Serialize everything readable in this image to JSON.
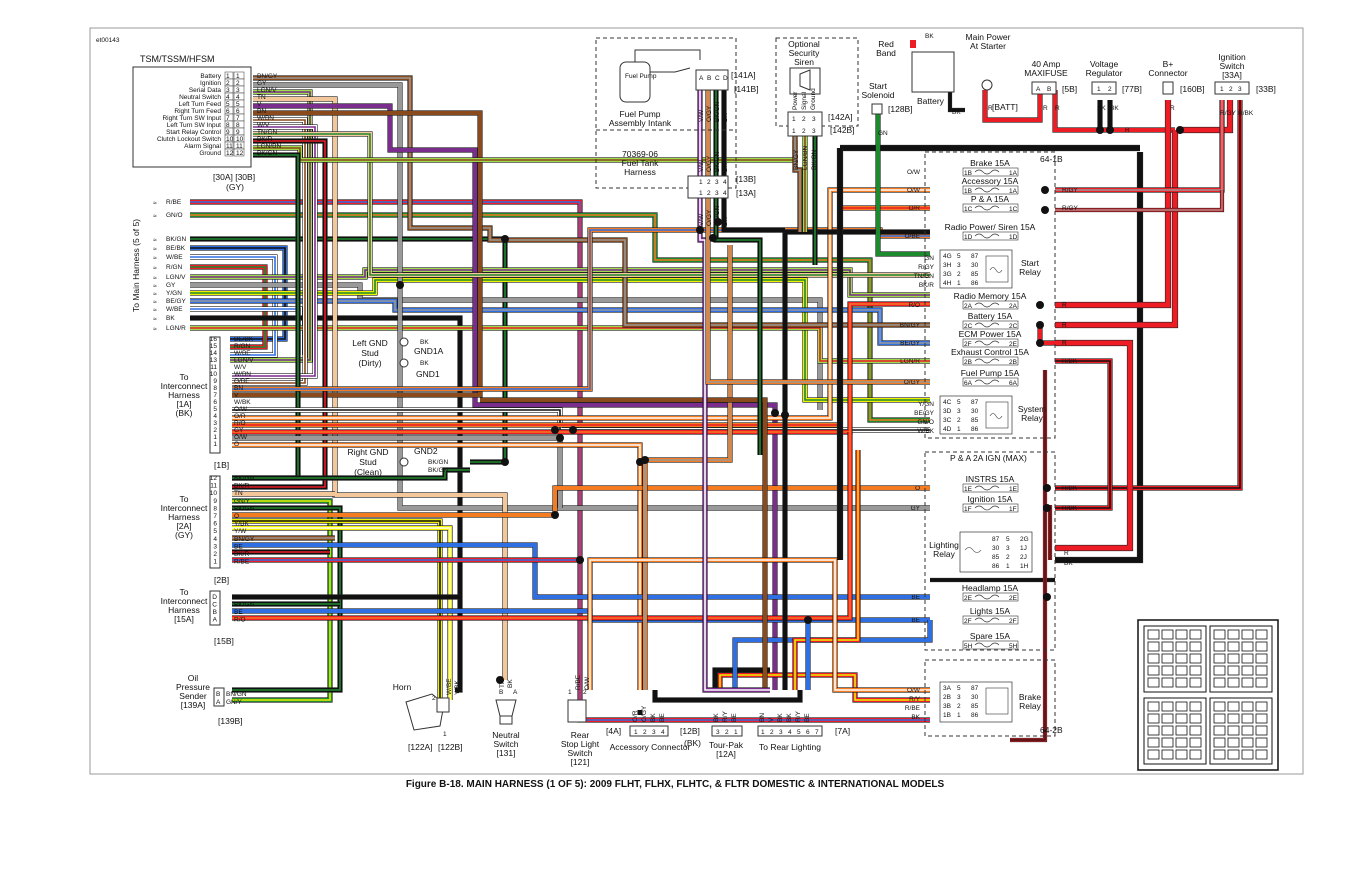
{
  "figure_id": "et00143",
  "caption": "Figure B-18. MAIN HARNESS (1 OF 5): 2009 FLHT, FLHX, FLHTC, & FLTR DOMESTIC & INTERNATIONAL MODELS",
  "colors": {
    "R": "#ee1c24",
    "O": "#f47b20",
    "BK": "#111111",
    "GY": "#999999",
    "GN": "#1e8a2e",
    "BE": "#2f6fe4",
    "V": "#7b2d8e",
    "Y": "#eef000",
    "BN": "#8b4a1c",
    "TN": "#f4c79a",
    "W": "#ffffff",
    "PK": "#f7a6c0",
    "LGN": "#9fdc4c"
  },
  "tsm": {
    "title": "TSM/TSSM/HFSM",
    "pins": [
      {
        "n": "1",
        "label": "Battery",
        "wire": "BN/GY"
      },
      {
        "n": "2",
        "label": "Ignition",
        "wire": "GY"
      },
      {
        "n": "3",
        "label": "Serial Data",
        "wire": "LGN/V"
      },
      {
        "n": "4",
        "label": "Neutral Switch",
        "wire": "TN"
      },
      {
        "n": "5",
        "label": "Left Turn Feed",
        "wire": "V"
      },
      {
        "n": "6",
        "label": "Right Turn Feed",
        "wire": "BN"
      },
      {
        "n": "7",
        "label": "Right Turn SW Input",
        "wire": "W/BN"
      },
      {
        "n": "8",
        "label": "Left Turn SW Input",
        "wire": "W/V"
      },
      {
        "n": "9",
        "label": "Start Relay Control",
        "wire": "TN/GN"
      },
      {
        "n": "10",
        "label": "Clutch Lockout Switch",
        "wire": "BK/R"
      },
      {
        "n": "11",
        "label": "Alarm Signal",
        "wire": "LGN/BN"
      },
      {
        "n": "12",
        "label": "Ground",
        "wire": "BK/GN"
      }
    ],
    "connector": "[30A] [30B]",
    "connector_color": "(GY)"
  },
  "main_harness": {
    "label": "To Main Harness (5 of 5)",
    "wires": [
      "R/BE",
      "GN/O",
      "BK/GN",
      "BE/BK",
      "W/BE",
      "R/GN",
      "LGN/V",
      "GY",
      "Y/GN",
      "BE/GY",
      "W/BE",
      "BK",
      "LGN/R"
    ]
  },
  "interconnect_1a": {
    "label": "To Interconnect Harness [1A] (BK)",
    "connector": "[1B]",
    "pins": [
      {
        "n": "16",
        "wire": "BE/BK"
      },
      {
        "n": "15",
        "wire": "R/GN"
      },
      {
        "n": "14",
        "wire": "W/BE"
      },
      {
        "n": "13",
        "wire": "LGN/V"
      },
      {
        "n": "11",
        "wire": "W/V"
      },
      {
        "n": "10",
        "wire": "W/BN"
      },
      {
        "n": "9",
        "wire": "O/BE"
      },
      {
        "n": "8",
        "wire": "BN"
      },
      {
        "n": "7",
        "wire": "V"
      },
      {
        "n": "6",
        "wire": "W/BK"
      },
      {
        "n": "5",
        "wire": "O/W"
      },
      {
        "n": "4",
        "wire": "O/R"
      },
      {
        "n": "3",
        "wire": "R/O"
      },
      {
        "n": "2",
        "wire": "GY"
      },
      {
        "n": "1",
        "wire": "O/W"
      },
      {
        "n": "1",
        "wire": "O"
      }
    ]
  },
  "interconnect_2a": {
    "label": "To Interconnect Harness [2A] (GY)",
    "connector": "[2B]",
    "pins": [
      {
        "n": "12",
        "wire": "BK/GN"
      },
      {
        "n": "11",
        "wire": "BK/R"
      },
      {
        "n": "10",
        "wire": "TN"
      },
      {
        "n": "9",
        "wire": "GN/Y"
      },
      {
        "n": "8",
        "wire": "BK/GN"
      },
      {
        "n": "7",
        "wire": "O"
      },
      {
        "n": "6",
        "wire": "Y/BK"
      },
      {
        "n": "5",
        "wire": "Y/W"
      },
      {
        "n": "4",
        "wire": "BN/GY"
      },
      {
        "n": "3",
        "wire": "BE"
      },
      {
        "n": "2",
        "wire": "BK/R"
      },
      {
        "n": "1",
        "wire": "R/BE"
      }
    ]
  },
  "interconnect_15a": {
    "label": "To Interconnect Harness [15A]",
    "connector": "[15B]",
    "pins": [
      {
        "n": "D",
        "wire": "BK"
      },
      {
        "n": "C",
        "wire": "BK/GN"
      },
      {
        "n": "B",
        "wire": "BE"
      },
      {
        "n": "A",
        "wire": "R/O"
      }
    ]
  },
  "oil_pressure": {
    "label": "Oil Pressure Sender [139A]",
    "connector": "[139B]",
    "pins": [
      {
        "n": "B",
        "wire": "BN/GN"
      },
      {
        "n": "A",
        "wire": "GN/Y"
      }
    ]
  },
  "grounds": [
    {
      "label": "Left GND Stud (Dirty)",
      "gnd": "GND1A",
      "gnd2": "GND1",
      "wire": "BK"
    },
    {
      "label": "Right GND Stud (Clean)",
      "gnd": "GND2",
      "wire": "BK/GN"
    }
  ],
  "fuel_pump": {
    "title": "Fuel Pump Assembly Intank",
    "pump_label": "Fuel Pump",
    "connector_pins": [
      "A",
      "B",
      "C",
      "D"
    ],
    "connector": "[141A]",
    "connector2": "[141B]",
    "wires": [
      "V/W",
      "O/GY",
      "BK/GN",
      "BK"
    ],
    "harness": "70369-06 Fuel Tank Harness",
    "mid_pins": [
      "1",
      "2",
      "3",
      "4"
    ],
    "mid_connector": "[13B]",
    "mid_connector2": "[13A]"
  },
  "siren": {
    "title": "Optional Security Siren",
    "pins_labels": [
      "Power",
      "Signal",
      "Ground"
    ],
    "connector": "[142A]",
    "connector2": "[142B]",
    "wires": [
      "BN/GY",
      "LGN/BN",
      "BK/GN"
    ]
  },
  "battery": {
    "label": "Battery",
    "red_band": "Red Band",
    "wire": "BK",
    "batt": "[BATT]"
  },
  "top_components": [
    {
      "label": "Start Solenoid",
      "connector": "[128B]",
      "wire": "GN"
    },
    {
      "label": "Main Power At Starter",
      "wire": "R"
    },
    {
      "label": "40 Amp MAXIFUSE",
      "connector": "[5B]",
      "pins": [
        "A",
        "B"
      ],
      "wire": "R"
    },
    {
      "label": "Voltage Regulator",
      "connector": "[77B]",
      "pins": [
        "1",
        "2"
      ],
      "wire": "BK"
    },
    {
      "label": "B+ Connector",
      "connector": "[160B]",
      "wire": "R"
    },
    {
      "label": "Ignition Switch [33A]",
      "connector": "[33B]",
      "pins": [
        "1",
        "2",
        "3"
      ],
      "wires": [
        "R/GY",
        "R/BK"
      ]
    }
  ],
  "fuse_block_1": {
    "id": "64-1B",
    "fuses": [
      {
        "name": "Brake 15A",
        "in": "O/W",
        "pins": [
          "1B",
          "1A"
        ]
      },
      {
        "name": "Accessory 15A",
        "in": "O/W",
        "pins": [
          "1B",
          "1A"
        ],
        "out": "R/GY"
      },
      {
        "name": "P & A 15A",
        "in": "O/R",
        "pins": [
          "1C",
          "1C"
        ],
        "out": "R/GY"
      },
      {
        "name": "Radio Power/ Siren 15A",
        "in": "O/BE",
        "pins": [
          "1D",
          "1D"
        ]
      },
      {
        "name": "Radio Memory 15A",
        "in": "R/O",
        "pins": [
          "2A",
          "2A"
        ],
        "out": "R"
      },
      {
        "name": "Battery 15A",
        "in": "BN/GY",
        "pins": [
          "2C",
          "2C"
        ],
        "out": "R"
      },
      {
        "name": "ECM Power 15A",
        "in": "BE/GY",
        "pins": [
          "2F",
          "2E"
        ],
        "out": "R"
      },
      {
        "name": "Exhaust Control 15A",
        "in": "LGN/R",
        "pins": [
          "2B",
          "2B"
        ],
        "out": "R/BK"
      },
      {
        "name": "Fuel Pump 15A",
        "in": "O/GY",
        "pins": [
          "6A",
          "6A"
        ]
      }
    ],
    "start_relay": {
      "name": "Start Relay",
      "rows": [
        [
          "4G",
          "5",
          "87"
        ],
        [
          "3H",
          "3",
          "30"
        ],
        [
          "3G",
          "2",
          "85"
        ],
        [
          "4H",
          "1",
          "86"
        ]
      ],
      "wires": [
        "GN",
        "R/GY",
        "TN/GN",
        "BK/R"
      ]
    },
    "system_relay": {
      "name": "System Relay",
      "rows": [
        [
          "4C",
          "5",
          "87"
        ],
        [
          "3D",
          "3",
          "30"
        ],
        [
          "3C",
          "2",
          "85"
        ],
        [
          "4D",
          "1",
          "86"
        ]
      ],
      "wires": [
        "Y/GN",
        "BE/GY",
        "GN/O",
        "W/BK"
      ]
    }
  },
  "fuse_block_2": {
    "title": "P & A 2A IGN (MAX)",
    "fuses": [
      {
        "name": "INSTRS 15A",
        "in": "O",
        "pins": [
          "1E",
          "1E"
        ],
        "out": "R/BK"
      },
      {
        "name": "Ignition 15A",
        "in": "GY",
        "pins": [
          "1F",
          "1F"
        ],
        "out": "R/BK"
      },
      {
        "name": "Headlamp 15A",
        "in": "BE",
        "pins": [
          "2E",
          "2E"
        ]
      },
      {
        "name": "Lights 15A",
        "in": "BE",
        "pins": [
          "2F",
          "2F"
        ]
      },
      {
        "name": "Spare 15A",
        "pins": [
          "5H",
          "5H"
        ]
      }
    ],
    "lighting_relay": {
      "name": "Lighting Relay",
      "rows": [
        [
          "87",
          "5",
          "2G"
        ],
        [
          "30",
          "3",
          "1J"
        ],
        [
          "85",
          "2",
          "2J"
        ],
        [
          "86",
          "1",
          "1H"
        ]
      ],
      "wires": [
        "R",
        "BK"
      ]
    }
  },
  "brake_relay": {
    "id": "64-2B",
    "name": "Brake Relay",
    "rows": [
      [
        "3A",
        "5",
        "87"
      ],
      [
        "2B",
        "3",
        "30"
      ],
      [
        "3B",
        "2",
        "85"
      ],
      [
        "1B",
        "1",
        "86"
      ]
    ],
    "wires": [
      "O/W",
      "R/Y",
      "R/BE",
      "BK"
    ]
  },
  "bottom_components": [
    {
      "label": "Horn",
      "connector": "[122A]",
      "connector2": "[122B]",
      "pins": [
        "2",
        "1"
      ],
      "wires": [
        "W/BE",
        "Y/BK"
      ]
    },
    {
      "label": "Neutral Switch [131]",
      "pins": [
        "B",
        "A"
      ],
      "wires": [
        "TN",
        "BK"
      ]
    },
    {
      "label": "Rear Stop Light Switch [121]",
      "pins": [
        "1",
        "2"
      ],
      "wires": [
        "R/BE",
        "O/W"
      ]
    },
    {
      "label": "Accessory Connector",
      "connector": "[4A]",
      "pins": [
        "1",
        "2",
        "3",
        "4"
      ],
      "wires": [
        "O/R",
        "O/GY",
        "BK",
        "BE"
      ]
    },
    {
      "label": "Tour-Pak [12A]",
      "connector": "[12B]",
      "connector_color": "(BK)",
      "pins": [
        "3",
        "2",
        "1"
      ],
      "wires": [
        "BK",
        "R/Y",
        "BE"
      ]
    },
    {
      "label": "To Rear Lighting",
      "connector": "[7A]",
      "pins": [
        "1",
        "2",
        "3",
        "4",
        "5",
        "6",
        "7"
      ],
      "wires": [
        "BN",
        "V",
        "BK",
        "BK",
        "R/Y",
        "BE"
      ]
    }
  ]
}
